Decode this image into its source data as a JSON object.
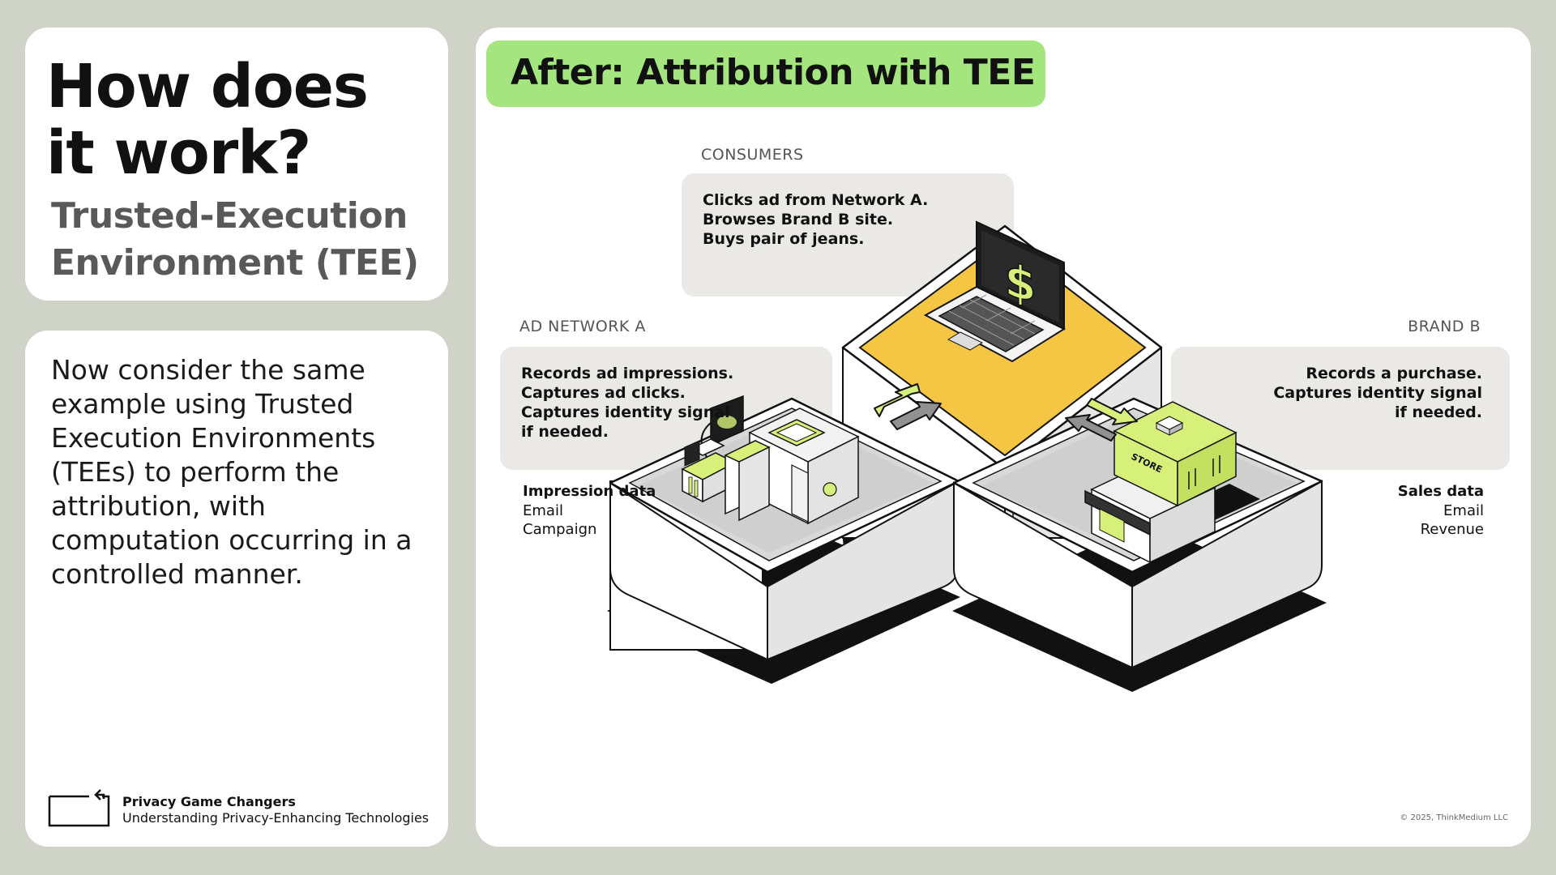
{
  "title_card": {
    "heading_line1": "How does",
    "heading_line2": "it work?",
    "subheading_line1": "Trusted-Execution",
    "subheading_line2": "Environment (TEE)"
  },
  "description": {
    "text": "Now consider the same example using Trusted Execution Environments (TEEs) to perform the attribution, with computation occurring in a controlled manner.",
    "brand_name": "Privacy Game Changers",
    "brand_tagline": "Understanding Privacy-Enhancing Technologies"
  },
  "main": {
    "title": "After: Attribution with TEE",
    "copyright": "© 2025, ThinkMedium LLC",
    "consumers": {
      "label": "CONSUMERS",
      "lines": [
        "Clicks ad from Network A.",
        "Browses Brand B site.",
        "Buys pair of jeans."
      ]
    },
    "ad_network": {
      "label": "AD NETWORK A",
      "lines": [
        "Records ad impressions.",
        "Captures ad clicks.",
        "Captures identity signal",
        "if needed."
      ],
      "data_title": "Impression data",
      "data_items": [
        "Email",
        "Campaign"
      ]
    },
    "brand": {
      "label": "BRAND B",
      "lines": [
        "Records a purchase.",
        "Captures identity signal",
        "if needed."
      ],
      "data_title": "Sales data",
      "data_items": [
        "Email",
        "Revenue"
      ],
      "store_sign": "STORE"
    },
    "laptop_symbol": "$"
  },
  "colors": {
    "background": "#cfd3c8",
    "pill_green": "#a4e57f",
    "accent_lime": "#d6f07a",
    "laptop_pad_yellow": "#f5c644",
    "info_box_gray": "#ebe9e6",
    "arrow_gray": "#8f9192"
  }
}
